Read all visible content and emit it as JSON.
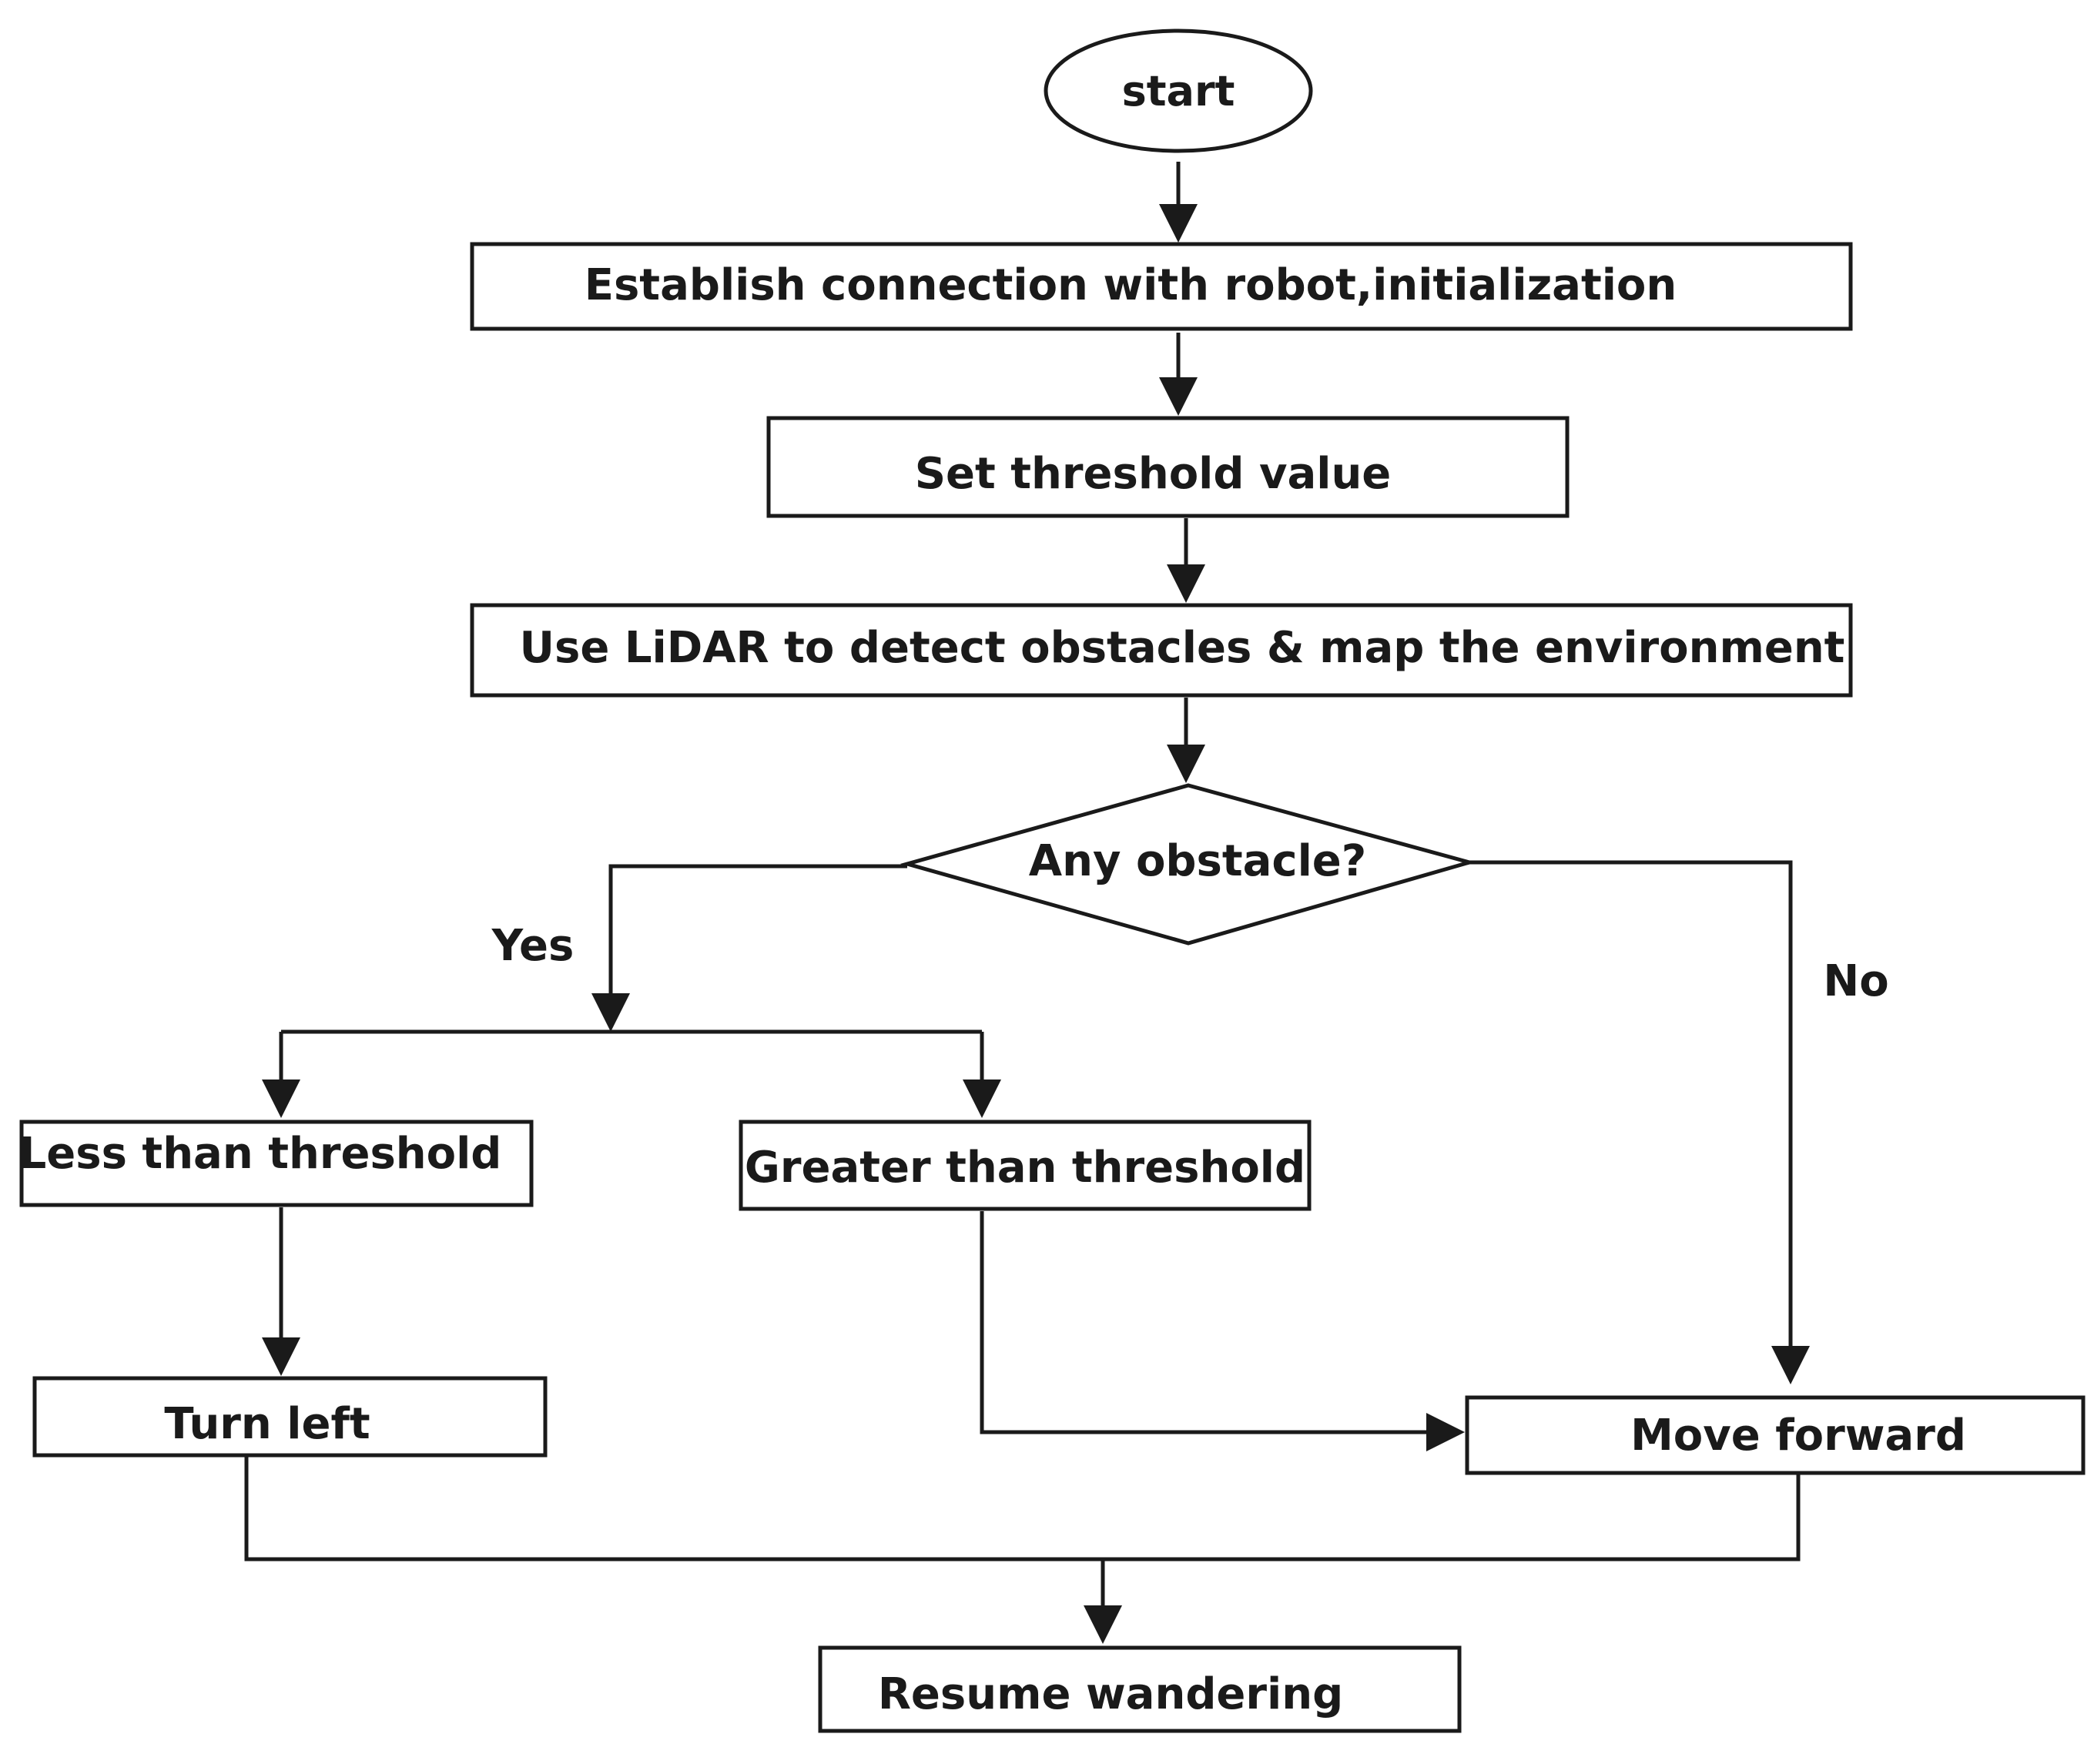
{
  "nodes": {
    "start": "start",
    "establish": "Establish connection with robot,initialization",
    "threshold": "Set threshold value",
    "lidar": "Use LiDAR to detect obstacles & map the environment",
    "decision": "Any obstacle?",
    "less": "Less than threshold",
    "greater": "Greater than threshold",
    "turn_left": "Turn left",
    "move_forward": "Move forward",
    "resume": "Resume wandering"
  },
  "edge_labels": {
    "yes": "Yes",
    "no": "No"
  },
  "colors": {
    "stroke": "#1a1a1a",
    "background": "#ffffff"
  }
}
